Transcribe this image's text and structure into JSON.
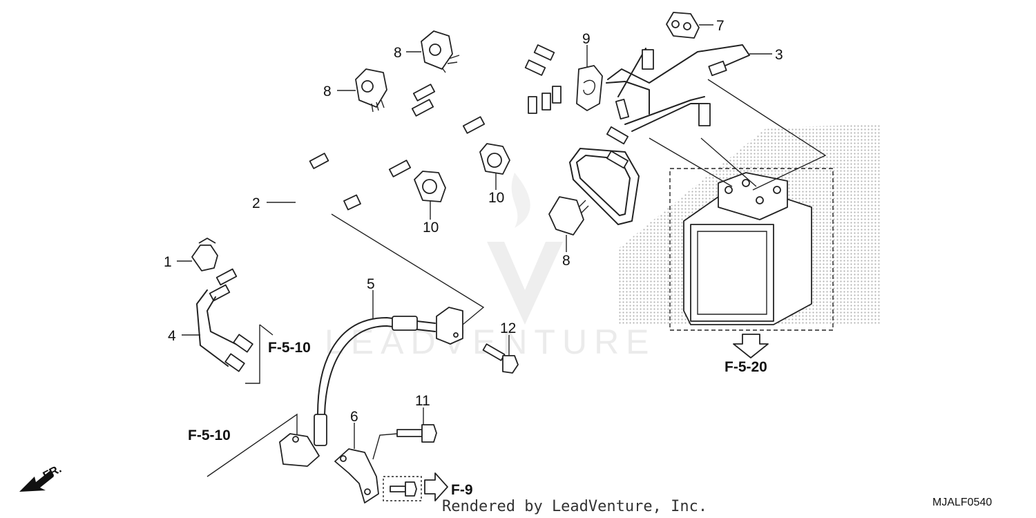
{
  "watermark": "LEADVENTURE",
  "callouts": {
    "c1": "1",
    "c2": "2",
    "c3": "3",
    "c4": "4",
    "c5": "5",
    "c6": "6",
    "c7": "7",
    "c8a": "8",
    "c8b": "8",
    "c8c": "8",
    "c9": "9",
    "c10a": "10",
    "c10b": "10",
    "c11": "11",
    "c12": "12"
  },
  "refs": {
    "r1": "F-5-10",
    "r2": "F-5-10",
    "r3": "F-5-20",
    "r4": "F-9"
  },
  "direction_label": "FR.",
  "footer": {
    "credit": "Rendered by LeadVenture, Inc.",
    "diagram_code": "MJALF0540"
  }
}
